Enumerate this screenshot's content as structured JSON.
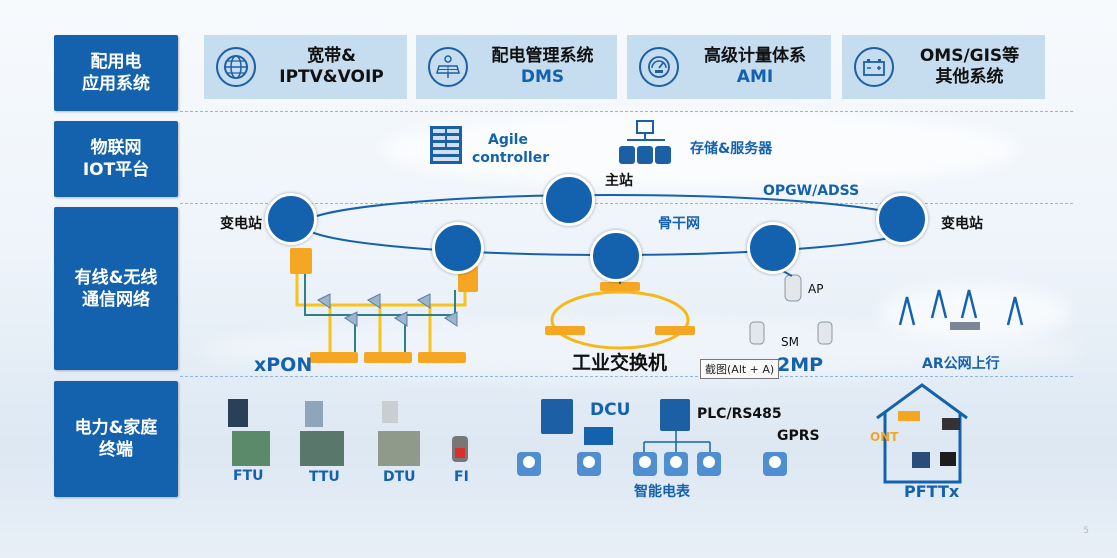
{
  "layers": {
    "app": {
      "line1": "配用电",
      "line2": "应用系统"
    },
    "iot": {
      "line1": "物联网",
      "line2": "IOT平台"
    },
    "network": {
      "line1": "有线&无线",
      "line2": "通信网络"
    },
    "terminal": {
      "line1": "电力&家庭",
      "line2": "终端"
    }
  },
  "apps": [
    {
      "line1": "宽带&",
      "line2": "IPTV&VOIP",
      "icon": "globe-icon"
    },
    {
      "line1": "配电管理系统",
      "line2": "DMS",
      "icon": "solar-panel-icon"
    },
    {
      "line1": "高级计量体系",
      "line2": "AMI",
      "icon": "meter-dial-icon"
    },
    {
      "line1": "OMS/GIS等",
      "line2": "其他系统",
      "icon": "battery-icon"
    }
  ],
  "iot": {
    "agile_line1": "Agile",
    "agile_line2": "controller",
    "storage": "存储&服务器",
    "master": "主站"
  },
  "network": {
    "opgw": "OPGW/ADSS",
    "substation_left": "变电站",
    "substation_right": "变电站",
    "backbone": "骨干网",
    "ap": "AP",
    "sm": "SM",
    "xpon": "xPON",
    "industrial_switch": "工业交换机",
    "p2mp_visible": "2MP",
    "ar_public": "AR公网上行"
  },
  "terminals": {
    "ftu": "FTU",
    "ttu": "TTU",
    "dtu": "DTU",
    "fi": "FI",
    "dcu": "DCU",
    "plc": "PLC/RS485",
    "gprs": "GPRS",
    "smart_meter": "智能电表",
    "ont": "ONT",
    "pfttx": "PFTTx"
  },
  "tooltip": "截图(Alt + A)",
  "page_number": "5",
  "colors": {
    "primary": "#1462ad",
    "app_box": "#c6dcef",
    "orange": "#f5a623",
    "yellow": "#f7c51a",
    "ring": "#f5b81c"
  }
}
